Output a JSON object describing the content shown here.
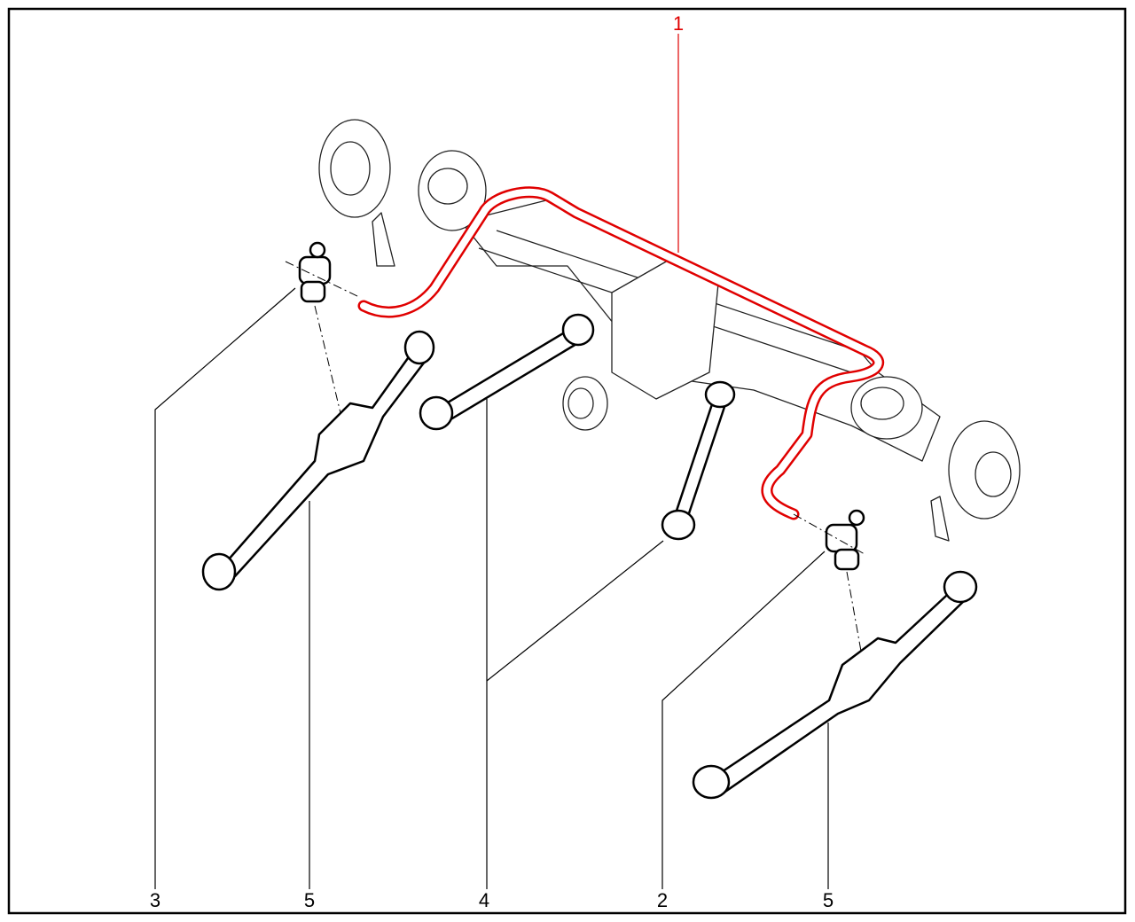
{
  "diagram": {
    "callouts": {
      "c1": "1",
      "c2": "2",
      "c3": "3",
      "c4": "4",
      "c5a": "5",
      "c5b": "5"
    },
    "colors": {
      "highlight": "#e00000",
      "line": "#000000",
      "frame": "#000000"
    }
  }
}
